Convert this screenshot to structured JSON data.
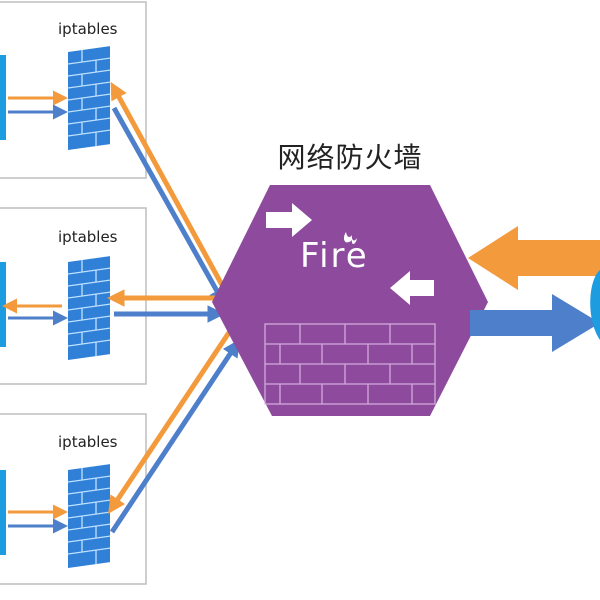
{
  "firewall": {
    "title": "网络防火墙",
    "logo_text": "Fire",
    "fill_color": "#8E4A9C"
  },
  "hosts": [
    {
      "label": "iptables"
    },
    {
      "label": "iptables"
    },
    {
      "label": "iptables"
    }
  ],
  "colors": {
    "orange_flow": "#F39A3C",
    "blue_flow": "#4D7FCB",
    "server_blue": "#1E9CE0",
    "wall_blue": "#2F80D6",
    "box_border": "#BDBDBD"
  },
  "icons": [
    "firewall-brick-icon",
    "server-icon",
    "globe-icon",
    "arrow-right-icon",
    "arrow-left-icon"
  ]
}
